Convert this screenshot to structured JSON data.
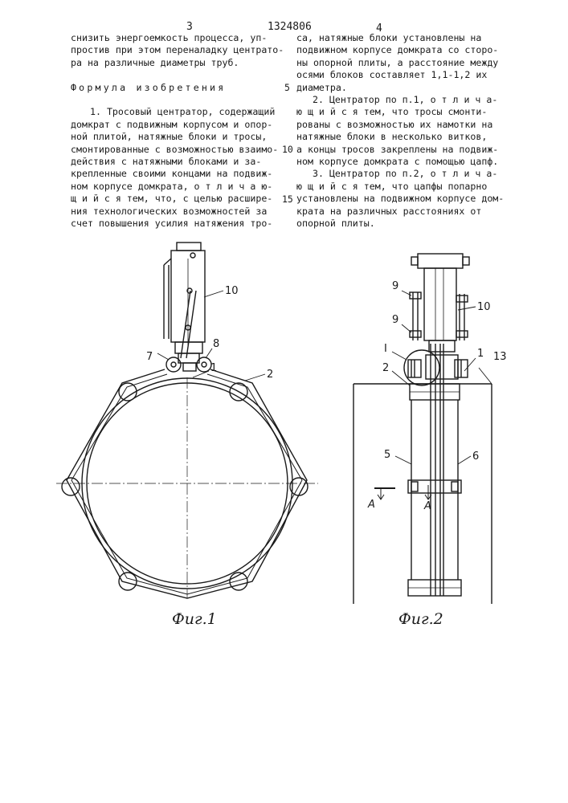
{
  "header": {
    "page_left": "3",
    "patent_number": "1324806",
    "page_right": "4"
  },
  "left_column": [
    "снизить энергоемкость процесса, уп-",
    "простив при этом переналадку центрато-",
    "ра на различные диаметры труб.",
    "",
    "Формула изобретения",
    "",
    "1. Тросовый центратор, содержащий",
    "домкрат с подвижным корпусом и опор-",
    "ной плитой, натяжные блоки и тросы,",
    "смонтированные с возможностью взаимо-",
    "действия с натяжными блоками и за-",
    "крепленные своими концами на подвиж-",
    "ном корпусе домкрата, о т л и ч а ю-",
    "щ и й с я тем, что, с целью расшире-",
    "ния технологических возможностей за",
    "счет повышения усилия натяжения тро-"
  ],
  "right_column": [
    "са, натяжные блоки установлены на",
    "подвижном корпусе домкрата со сторо-",
    "ны опорной плиты, а расстояние между",
    "осями блоков составляет 1,1-1,2 их",
    "диаметра.",
    "2. Центратор по п.1, о т л и ч а-",
    "ю щ и й с я тем, что тросы смонти-",
    "рованы с возможностью их намотки на",
    "натяжные блоки в несколько витков,",
    "а концы тросов закреплены на подвиж-",
    "ном корпусе домкрата с помощью цапф.",
    "3. Центратор по п.2, о т л и ч а-",
    "ю щ и й с я тем, что цапфы попарно",
    "установлены на подвижном корпусе дом-",
    "крата на различных расстояниях от",
    "опорной плиты."
  ],
  "line_numbers": [
    "5",
    "10",
    "15"
  ],
  "figure1": {
    "caption": "Фиг.1",
    "labels": [
      "10",
      "7",
      "8",
      "1",
      "2"
    ]
  },
  "figure2": {
    "caption": "Фиг.2",
    "labels": [
      "9",
      "9",
      "10",
      "I",
      "2",
      "1",
      "13",
      "5",
      "6",
      "A",
      "A"
    ]
  }
}
